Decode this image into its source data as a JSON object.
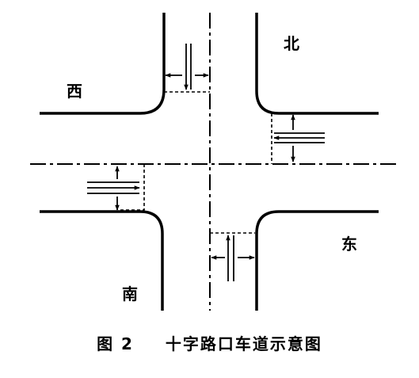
{
  "directions": {
    "north": "北",
    "west": "西",
    "east": "东",
    "south": "南"
  },
  "caption": {
    "figure_number": "图 2",
    "title": "十字路口车道示意图"
  }
}
